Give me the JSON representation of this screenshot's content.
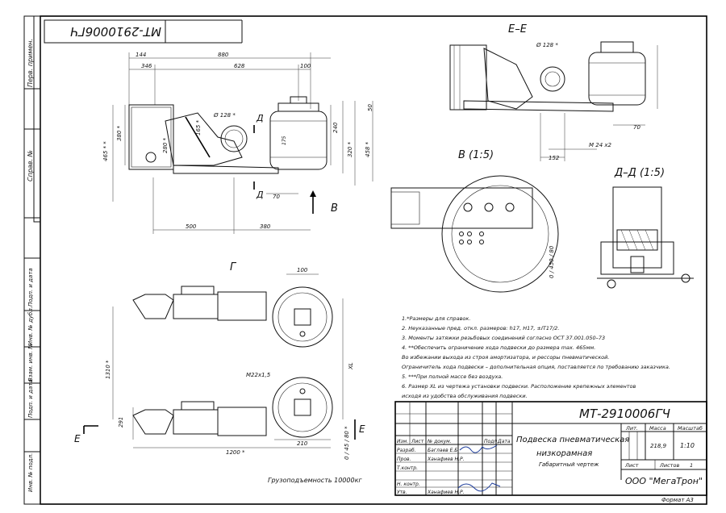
{
  "drawing_number_top": "МТ-2910006ГЧ",
  "drawing_number": "МТ-2910006ГЧ",
  "side_labels": {
    "perv_primen": "Перв. примен.",
    "sprav_no": "Справ. №",
    "podp_data_1": "Подп. и дата",
    "inv_dubl": "Инв. № дубл.",
    "vzam_inv": "Взам. инв. №",
    "podp_data_2": "Подп. и дата",
    "inv_podl": "Инв. № подл."
  },
  "views": {
    "section_ee": "Е–Е",
    "view_b": "В (1:5)",
    "section_dd": "Д–Д (1:5)",
    "view_g": "Г",
    "arrow_b": "В",
    "cut_d_top": "Д",
    "cut_d_bottom": "Д",
    "cut_e_left": "Е",
    "cut_e_right": "Е"
  },
  "dimensions": {
    "d144": "144",
    "d880": "880",
    "d346": "346",
    "d628": "628",
    "d100a": "100",
    "d50": "50",
    "d240": "240",
    "d320": "320 *",
    "d458": "458 *",
    "d465": "465 * *",
    "d380v": "380 *",
    "d280": "280 *",
    "d165": "165 *",
    "d175": "175",
    "phi128a": "Ø 128 *",
    "d70a": "70",
    "d500": "500",
    "d380h": "380",
    "phi128b": "Ø 128 *",
    "d70b": "70",
    "m24": "М 24 х2",
    "d152": "152",
    "d0450": "0 / 450 / 80",
    "d100b": "100",
    "d1310": "1310 *",
    "xl": "XL",
    "m22": "М22х1,5",
    "d291": "291",
    "d210": "210",
    "d1200": "1200 *",
    "d045": "0 / 45 / 80 *"
  },
  "notes": [
    "1.*Размеры для справок.",
    "2. Неуказанные пред. откл. размеров: h17, H17, ±IT17/2.",
    "3. Моменты затяжки резьбовых соединений согласно ОСТ 37.001.050–73",
    "4. **Обеспечить ограничение хода подвески до размера max. 465мм.",
    "   Во избежании выхода из строя амортизатора, и рессоры пневматической.",
    "   Ограничитель хода подвески – дополнительная опция, поставляется по требованию заказчика.",
    "5. ***При полной массе без воздуха.",
    "6. Размер XL из чертежа установки подвески. Расположение крепежных элементов",
    "   исходя из удобства обслуживания подвески."
  ],
  "capacity": "Грузоподъемность 10000кг",
  "title_block": {
    "title_line1": "Подвеска пневматическая",
    "title_line2": "низкорамная",
    "doc_type": "Габаритный чертеж",
    "lit_label": "Лит.",
    "mass_label": "Масса",
    "scale_label": "Масштаб",
    "mass_value": "218,9",
    "scale_value": "1:10",
    "sheet_label": "Лист",
    "sheets_label": "Листов",
    "sheets_value": "1",
    "company": "ООО \"МегаТрон\"",
    "format": "Формат А3",
    "col_izm": "Изм.",
    "col_list": "Лист",
    "col_docum": "№ докум.",
    "col_podp": "Подп.",
    "col_data": "Дата",
    "row_razrab": "Разраб.",
    "row_prov": "Пров.",
    "row_tkontr": "Т.контр.",
    "row_nkontr": "Н. контр.",
    "row_utv": "Утв.",
    "name_razrab": "Баглаев Е.Б.",
    "name_prov": "Ханафиев Н.Р.",
    "name_utv": "Ханафиев Н.Р."
  }
}
